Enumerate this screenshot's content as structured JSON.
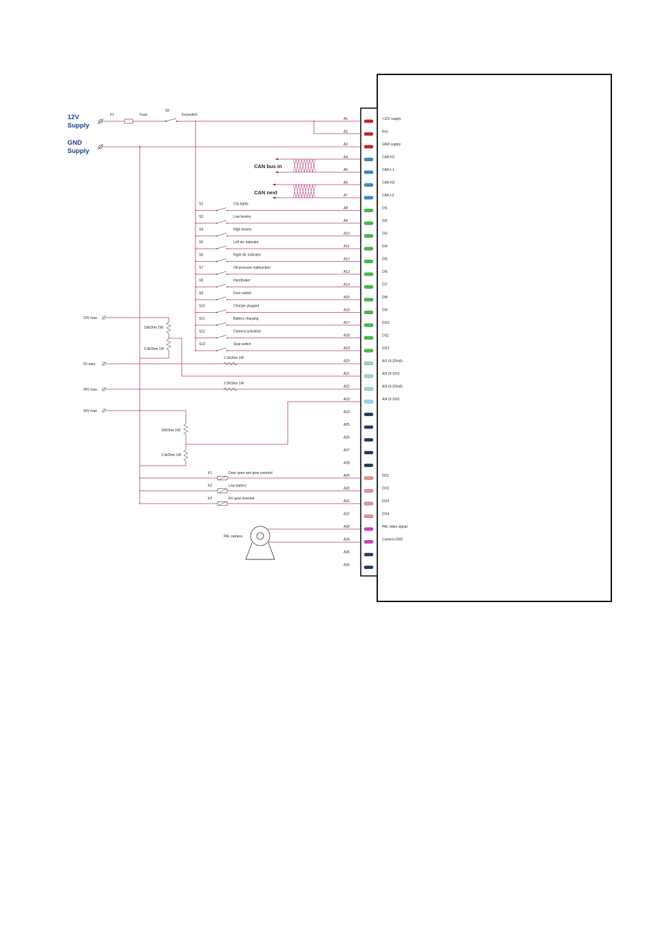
{
  "supplies": {
    "v12": [
      "12V",
      "Supply"
    ],
    "gnd": [
      "GND",
      "Supply"
    ]
  },
  "top_components": {
    "fuse_ref": "F1",
    "fuse_label": "Fuse",
    "switch_ref": "S0",
    "switch_label": "Keyswitch"
  },
  "can_labels": {
    "bus_in": "CAN bus in",
    "next": "CAN next"
  },
  "pins": [
    {
      "id": "A1",
      "signal": "+12V supply",
      "color": "#d81e1e"
    },
    {
      "id": "A2",
      "signal": "Key",
      "color": "#d81e1e"
    },
    {
      "id": "A3",
      "signal": "GND supply",
      "color": "#d81e1e"
    },
    {
      "id": "A4",
      "signal": "CAN H1",
      "color": "#2e8fd6"
    },
    {
      "id": "A5",
      "signal": "CAN L1",
      "color": "#2e8fd6"
    },
    {
      "id": "A6",
      "signal": "CAN H2",
      "color": "#2e8fd6"
    },
    {
      "id": "A7",
      "signal": "CAN L2",
      "color": "#2e8fd6"
    },
    {
      "id": "A8",
      "signal": "DI1",
      "color": "#3cc43c"
    },
    {
      "id": "A9",
      "signal": "DI2",
      "color": "#3cc43c"
    },
    {
      "id": "A10",
      "signal": "DI3",
      "color": "#3cc43c"
    },
    {
      "id": "A11",
      "signal": "DI4",
      "color": "#3cc43c"
    },
    {
      "id": "A12",
      "signal": "DI5",
      "color": "#3cc43c"
    },
    {
      "id": "A13",
      "signal": "DI6",
      "color": "#3cc43c"
    },
    {
      "id": "A14",
      "signal": "DI7",
      "color": "#3cc43c"
    },
    {
      "id": "A15",
      "signal": "DI8",
      "color": "#3cc43c"
    },
    {
      "id": "A16",
      "signal": "DI9",
      "color": "#3cc43c"
    },
    {
      "id": "A17",
      "signal": "DI10",
      "color": "#3cc43c"
    },
    {
      "id": "A18",
      "signal": "DI11",
      "color": "#3cc43c"
    },
    {
      "id": "A19",
      "signal": "DI12",
      "color": "#3cc43c"
    },
    {
      "id": "A20",
      "signal": "AI1 (4-20mA)",
      "color": "#8fe0e8"
    },
    {
      "id": "A21",
      "signal": "AI2 (0-10V)",
      "color": "#8fe0e8"
    },
    {
      "id": "A22",
      "signal": "AI3 (4-20mA)",
      "color": "#8fe0e8"
    },
    {
      "id": "A23",
      "signal": "AI4 (0-10V)",
      "color": "#8fe0e8"
    },
    {
      "id": "A24",
      "signal": "",
      "color": "#1a3a6e"
    },
    {
      "id": "A25",
      "signal": "",
      "color": "#1a3a6e"
    },
    {
      "id": "A26",
      "signal": "",
      "color": "#1a3a6e"
    },
    {
      "id": "A27",
      "signal": "",
      "color": "#1a3a6e"
    },
    {
      "id": "A28",
      "signal": "",
      "color": "#1a3a6e"
    },
    {
      "id": "A29",
      "signal": "DO1",
      "color": "#f09090"
    },
    {
      "id": "A30",
      "signal": "DO2",
      "color": "#f09090"
    },
    {
      "id": "A31",
      "signal": "DO3",
      "color": "#f09090"
    },
    {
      "id": "A32",
      "signal": "DO4",
      "color": "#f09090"
    },
    {
      "id": "A33",
      "signal": "PAL video signal",
      "color": "#d63cc8"
    },
    {
      "id": "A34",
      "signal": "Camera GND",
      "color": "#d63cc8"
    },
    {
      "id": "A35",
      "signal": "",
      "color": "#1a3a6e"
    },
    {
      "id": "A36",
      "signal": "",
      "color": "#1a3a6e"
    }
  ],
  "switches": [
    {
      "ref": "S2",
      "label": "City lights"
    },
    {
      "ref": "S3",
      "label": "Low beams"
    },
    {
      "ref": "S4",
      "label": "High beams"
    },
    {
      "ref": "S5",
      "label": "Left dir. indicator"
    },
    {
      "ref": "S6",
      "label": "Right dir. indicator"
    },
    {
      "ref": "S7",
      "label": "Oil pressure malfunction"
    },
    {
      "ref": "S8",
      "label": "Handbrake"
    },
    {
      "ref": "S9",
      "label": "Door switch"
    },
    {
      "ref": "S10",
      "label": "Charger plugged"
    },
    {
      "ref": "S11",
      "label": "Battery charging"
    },
    {
      "ref": "S12",
      "label": "Camera activation"
    },
    {
      "ref": "S13",
      "label": "Seat switch"
    }
  ],
  "analog": {
    "in1": "10V max.",
    "in2": "5V max.",
    "in3": "30V max.",
    "in4": "40V max.",
    "r_10k_a": "10kOhm 1W",
    "r_3k3_a": "3.3kOhm 1W",
    "r_2k2_a": "2.2kOhm 1W",
    "r_2k2_b": "2.2kOhm 1W",
    "r_10k_b": "10kOhm 1W",
    "r_3k3_b": "3.3kOhm 1W"
  },
  "relays": [
    {
      "ref": "K1",
      "label": "Door open and gear inserted"
    },
    {
      "ref": "K2",
      "label": "Low battery"
    },
    {
      "ref": "K3",
      "label": "RV gear inserted"
    }
  ],
  "camera": {
    "label": "PAL camera"
  },
  "colors": {
    "wire": "#b03a78",
    "supply_text": "#1a3e8c"
  }
}
